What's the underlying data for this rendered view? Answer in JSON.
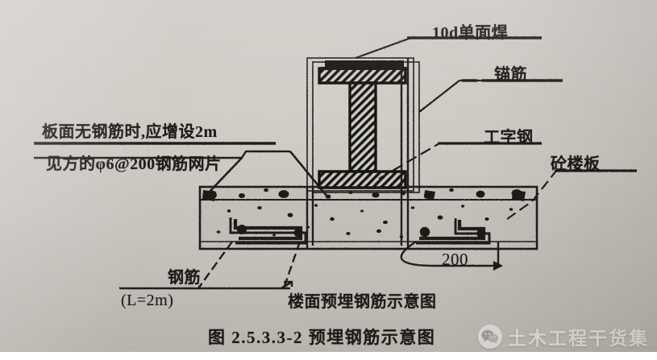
{
  "figure": {
    "caption": "图 2.5.3.3-2    预埋钢筋示意图",
    "subcaption": "楼面预埋钢筋示意图"
  },
  "labels": {
    "weld": "10d单面焊",
    "anchor_bar": "锚筋",
    "i_beam": "工字钢",
    "concrete_slab": "砼楼板",
    "rebar": "钢筋",
    "note_line1": "板面无钢筋时,应增设2m",
    "note_line2": "见方的φ6@200钢筋网片",
    "length_note": "(L=2m)",
    "dimension_200": "200"
  },
  "watermark": {
    "text": "土木工程干货集",
    "icon": "wechat-icon"
  },
  "colors": {
    "paper": "#c9c6c0",
    "ink": "#1d1b19",
    "line": "#201e1b",
    "watermark_text": "#f2f0ec"
  }
}
